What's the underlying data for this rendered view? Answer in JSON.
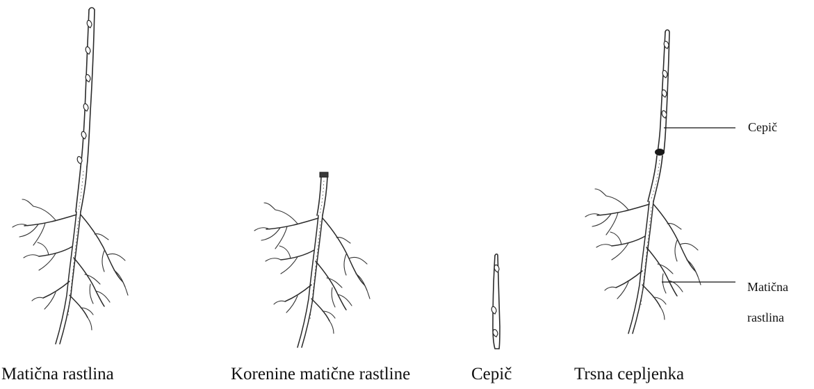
{
  "captions": {
    "mother_plant": "Matična rastlina",
    "mother_roots": "Korenine matične rastline",
    "scion": "Cepič",
    "grafted_vine": "Trsna cepljenka"
  },
  "labels": {
    "scion": "Cepič",
    "rootstock_line1": "Matična",
    "rootstock_line2": "rastlina"
  },
  "colors": {
    "ink": "#2a2a2a",
    "background": "#ffffff",
    "graft_union": "#1a1a1a"
  }
}
